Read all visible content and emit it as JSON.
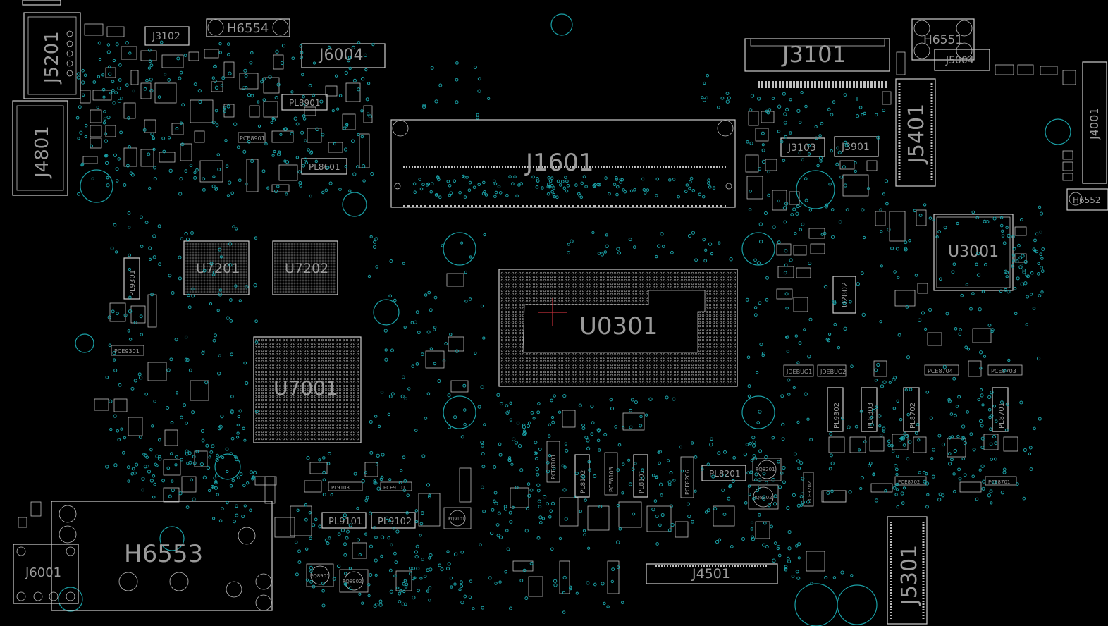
{
  "colors": {
    "background": "#000000",
    "outline": "#cfcfcf",
    "label": "#9a9a9a",
    "via": "#1aa0a6",
    "cursor": "#c0303a"
  },
  "components": {
    "J5201": "J5201",
    "J4801": "J4801",
    "J3102": "J3102",
    "H6554": "H6554",
    "J6004": "J6004",
    "PL8901": "PL8901",
    "PL8601": "PL8601",
    "J1601": "J1601",
    "J3101": "J3101",
    "H6551": "H6551",
    "J5004": "J5004",
    "J5401": "J5401",
    "J3103": "J3103",
    "J3901": "J3901",
    "J4001": "J4001",
    "H6552": "H6552",
    "U3001": "U3001",
    "U2802": "U2802",
    "U7201": "U7201",
    "U7202": "U7202",
    "PL9301": "PL9301",
    "U0301": "U0301",
    "U7001": "U7001",
    "PCE9301": "PCE9301",
    "H6553": "H6553",
    "J6001": "J6001",
    "PL9101": "PL9101",
    "PL9102": "PL9102",
    "PCE9101": "PCE9101",
    "PL8201": "PL8201",
    "PCE8101": "PCE8101",
    "PCE8103": "PCE8103",
    "PCE8206": "PCE8206",
    "J4501": "J4501",
    "J5301": "J5301",
    "PL9302": "PL9302",
    "PL8303": "PL8303",
    "PL8702": "PL8702",
    "PL8701": "PL8701",
    "PCE8703": "PCE8703",
    "PCE8702": "PCE8702",
    "PL8102": "PL8102",
    "PL8101": "PL8101",
    "PQ8901": "PQ8901",
    "PQ8902": "PQ8902",
    "PCE8901": "PCE8901",
    "PCE8202": "PCE8202",
    "PCE8701": "PCE8701",
    "PCE8704": "PCE8704",
    "JDEBUG1": "JDEBUG1",
    "JDEBUG2": "JDEBUG2",
    "PQ8201": "PQ8201",
    "PQ8202": "PQ8202",
    "PL9103": "PL9103",
    "PQ9101": "PQ9101"
  }
}
